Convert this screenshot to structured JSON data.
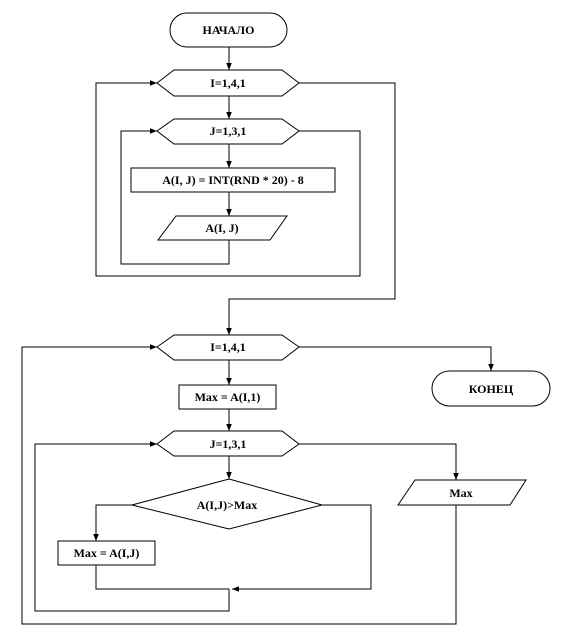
{
  "flowchart": {
    "start": "НАЧАЛО",
    "end": "КОНЕЦ",
    "fill_loop_outer": "I=1,4,1",
    "fill_loop_inner": "J=1,3,1",
    "assign_random": "A(I, J) = INT(RND * 20) - 8",
    "output_element": "A(I, J)",
    "max_loop_outer": "I=1,4,1",
    "init_max": "Max = A(I,1)",
    "max_loop_inner": "J=1,3,1",
    "condition": "A(I,J)>Max",
    "update_max": "Max = A(I,J)",
    "output_max": "Max"
  },
  "colors": {
    "stroke": "#000000",
    "fill": "#ffffff"
  }
}
